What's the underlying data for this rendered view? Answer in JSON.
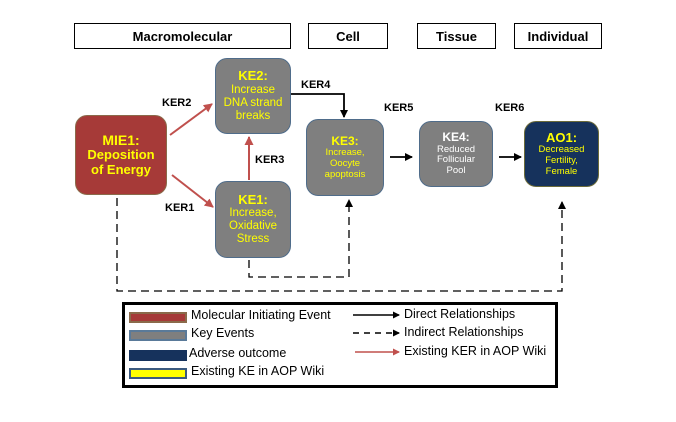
{
  "levels": [
    "Macromolecular",
    "Cell",
    "Tissue",
    "Individual"
  ],
  "nodes": {
    "mie1": {
      "title": "MIE1:",
      "lines": [
        "Deposition",
        "of Energy"
      ]
    },
    "ke2": {
      "title": "KE2:",
      "lines": [
        "Increase",
        "DNA strand",
        "breaks"
      ]
    },
    "ke1": {
      "title": "KE1:",
      "lines": [
        "Increase,",
        "Oxidative",
        "Stress"
      ]
    },
    "ke3": {
      "title": "KE3:",
      "lines": [
        "Increase,",
        "Oocyte",
        "apoptosis"
      ]
    },
    "ke4": {
      "title": "KE4:",
      "lines": [
        "Reduced",
        "Follicular",
        "Pool"
      ]
    },
    "ao1": {
      "title": "AO1:",
      "lines": [
        "Decreased",
        "Fertility,",
        "Female"
      ]
    }
  },
  "kers": {
    "ker1": "KER1",
    "ker2": "KER2",
    "ker3": "KER3",
    "ker4": "KER4",
    "ker5": "KER5",
    "ker6": "KER6"
  },
  "legend": {
    "boxes": [
      {
        "label": "Molecular Initiating Event",
        "fill": "#a63a38",
        "border": "#8a6a4a"
      },
      {
        "label": "Key Events",
        "fill": "#7f7f7f",
        "border": "#5a7a99"
      },
      {
        "label": "Adverse outcome",
        "fill": "#16325c",
        "border": "#16325c"
      },
      {
        "label": "Existing KE in AOP Wiki",
        "fill": "#ffff00",
        "border": "#3b5a80"
      }
    ],
    "lines": [
      {
        "label": "Direct Relationships",
        "style": "solid",
        "color": "#000000"
      },
      {
        "label": "Indirect Relationships",
        "style": "dashed",
        "color": "#000000"
      },
      {
        "label": "Existing KER in AOP Wiki",
        "style": "solid",
        "color": "#c0504d"
      }
    ]
  },
  "colors": {
    "mie": "#a63a38",
    "ke": "#7f7f7f",
    "ao": "#16325c",
    "existing_ke_text": "#ffff00",
    "existing_ker": "#c0504d"
  }
}
